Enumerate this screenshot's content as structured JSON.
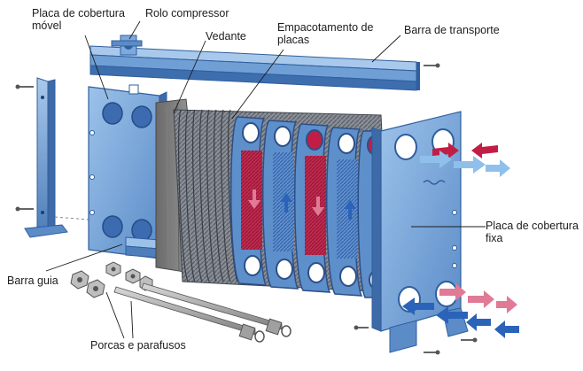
{
  "labels": {
    "movable_cover_plate": "Placa de cobertura móvel",
    "compression_roller": "Rolo compressor",
    "gasket": "Vedante",
    "plate_pack": "Empacotamento de placas",
    "carrying_bar": "Barra de transporte",
    "fixed_cover_plate": "Placa de cobertura fixa",
    "guide_bar": "Barra guia",
    "nuts_and_bolts": "Porcas e parafusos"
  },
  "colors": {
    "steel_blue": "#6f9fd4",
    "steel_dark": "#2f5f9e",
    "hot_fluid": "#c21e45",
    "hot_fluid_light": "#e07a95",
    "cold_fluid": "#2a63b8",
    "cold_fluid_light": "#8fc0ec",
    "gasket_sheet": "#7d7d7d"
  }
}
